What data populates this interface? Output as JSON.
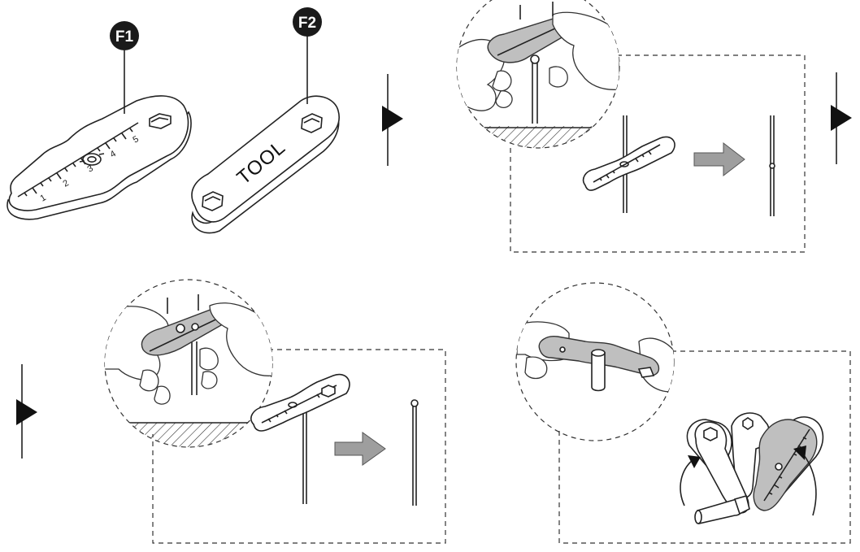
{
  "labels": {
    "f1": "F1",
    "f2": "F2"
  },
  "tool_text": "TOOL",
  "scale_numbers": [
    "1",
    "2",
    "3",
    "4",
    "5"
  ],
  "colors": {
    "outline": "#222222",
    "badge": "#1a1a1a",
    "arrow_fill": "#9e9e9e",
    "part_grey": "#bfbfbf"
  },
  "icons": [
    "play-arrow-icon",
    "right-arrow-icon",
    "rotate-arrow-icon"
  ]
}
